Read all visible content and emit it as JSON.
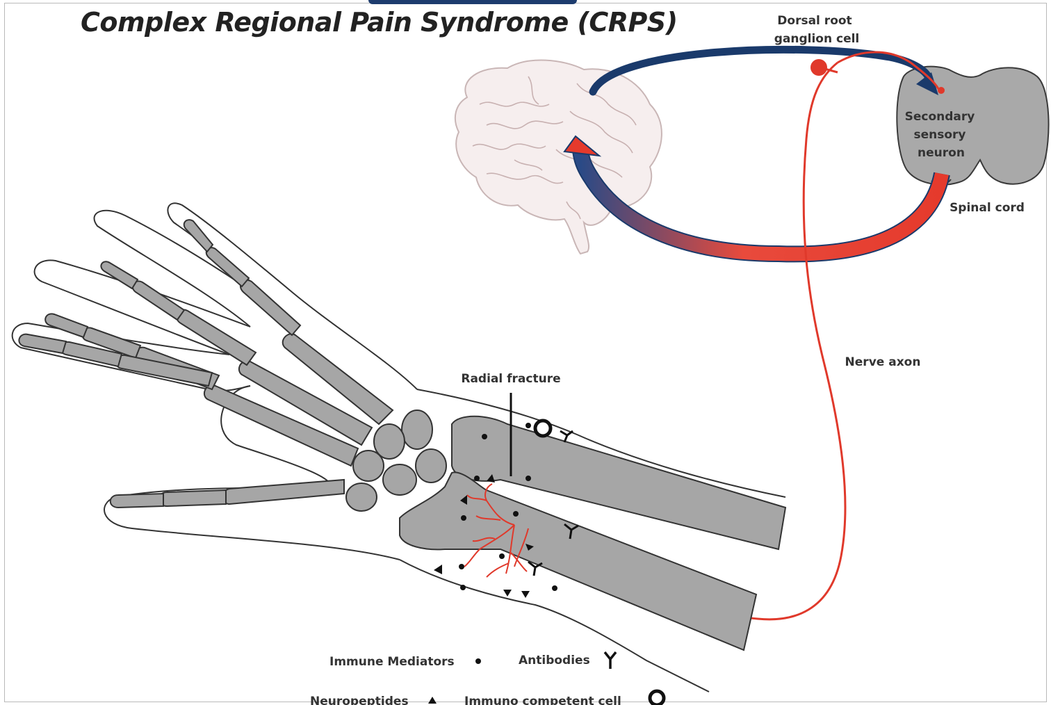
{
  "title": "Complex Regional Pain Syndrome (CRPS)",
  "labels": {
    "dorsal_root_line1": "Dorsal root",
    "dorsal_root_line2": "ganglion cell",
    "secondary_line1": "Secondary",
    "secondary_line2": "sensory",
    "secondary_line3": "neuron",
    "spinal_cord": "Spinal cord",
    "nerve_axon": "Nerve axon",
    "radial_fracture": "Radial fracture"
  },
  "legend": {
    "immune_mediators": "Immune Mediators",
    "antibodies": "Antibodies",
    "neuropeptides": "Neuropeptides",
    "immuno_competent_cell": "Immuno competent cell"
  },
  "colors": {
    "bone": "#a6a6a6",
    "nerve": "#e0392b",
    "blue_arrow": "#1a3a6b",
    "brain": "#f5ecec"
  }
}
